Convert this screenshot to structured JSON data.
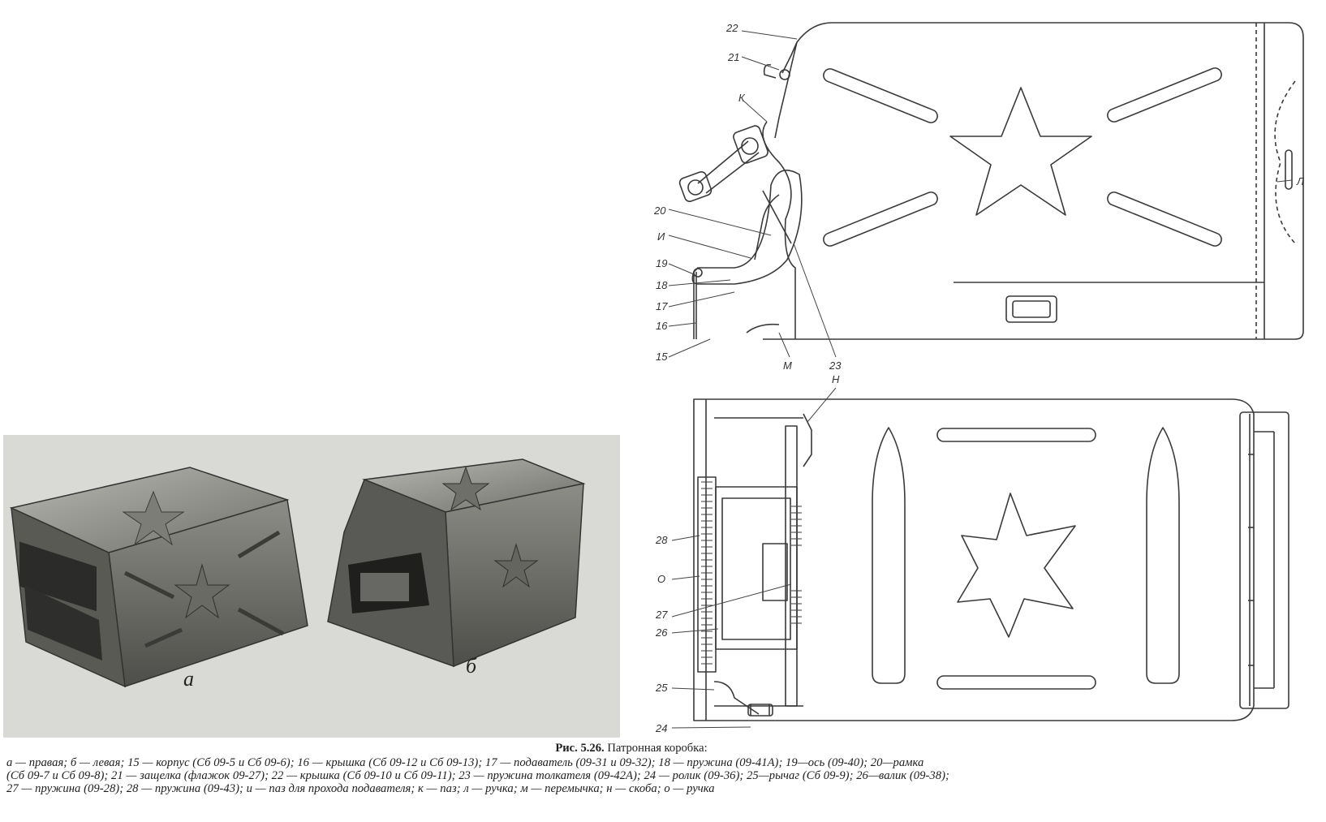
{
  "figure": {
    "number": "Рис. 5.26.",
    "title": "Патронная коробка:",
    "legend_lines": [
      "а — правая; б — левая; 15 — корпус (Сб 09-5 и Сб 09-6); 16 — крышка (Сб 09-12 и Сб 09-13); 17 — подаватель (09-31 и 09-32); 18 — пружина (09-41А); 19—ось (09-40); 20—рамка",
      "(Сб 09-7 и Сб 09-8); 21 — защелка (флажок 09-27); 22 — крышка (Сб 09-10 и Сб 09-11); 23 — пружина толкателя (09-42А); 24 — ролик (09-36); 25—рычаг (Сб 09-9); 26—валик (09-38);",
      "27 — пружина (09-28); 28 — пружина (09-43); и — паз для прохода подавателя; к — паз; л — ручка; м — перемычка; н — скоба; о — ручка"
    ]
  },
  "photo": {
    "label_a": "а",
    "label_b": "б"
  },
  "side_view": {
    "callouts": {
      "c22": "22",
      "c21": "21",
      "ck": "К",
      "c20": "20",
      "ci": "И",
      "c19": "19",
      "c18": "18",
      "c17": "17",
      "c16": "16",
      "c15": "15",
      "cm": "М",
      "c23": "23",
      "cl": "Л"
    }
  },
  "top_view": {
    "callouts": {
      "cn": "Н",
      "c28": "28",
      "co": "О",
      "c27": "27",
      "c26": "26",
      "c25": "25",
      "c24": "24"
    }
  }
}
